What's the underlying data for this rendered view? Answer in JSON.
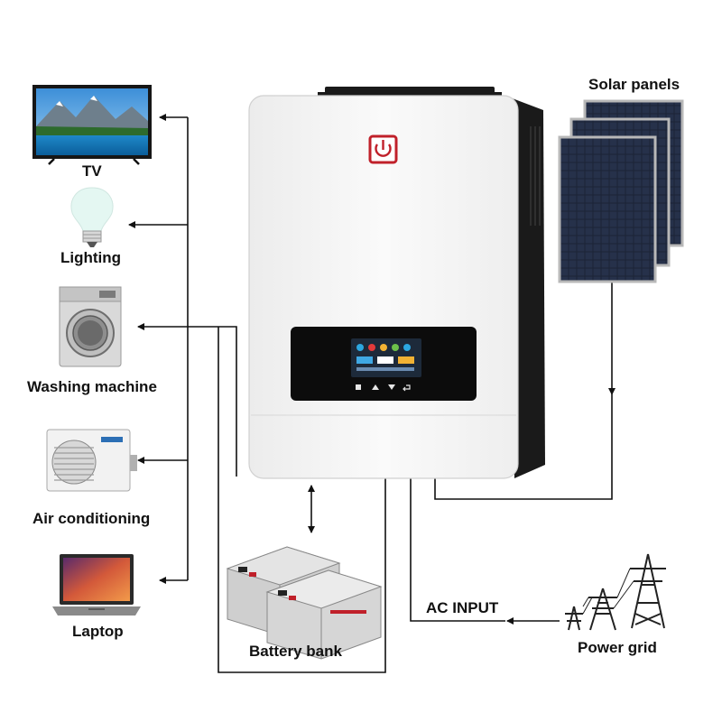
{
  "diagram": {
    "devices": {
      "tv": "TV",
      "lighting": "Lighting",
      "washing_machine": "Washing machine",
      "air_conditioning": "Air conditioning",
      "laptop": "Laptop"
    },
    "sources": {
      "solar_panels": "Solar panels",
      "battery_bank": "Battery bank",
      "ac_input": "AC INPUT",
      "power_grid": "Power grid"
    },
    "colors": {
      "inverter_body": "#f7f7f7",
      "inverter_side": "#1a1a1a",
      "logo_red": "#c0202a",
      "solar_cell": "#1c2436",
      "wire": "#111111"
    }
  }
}
